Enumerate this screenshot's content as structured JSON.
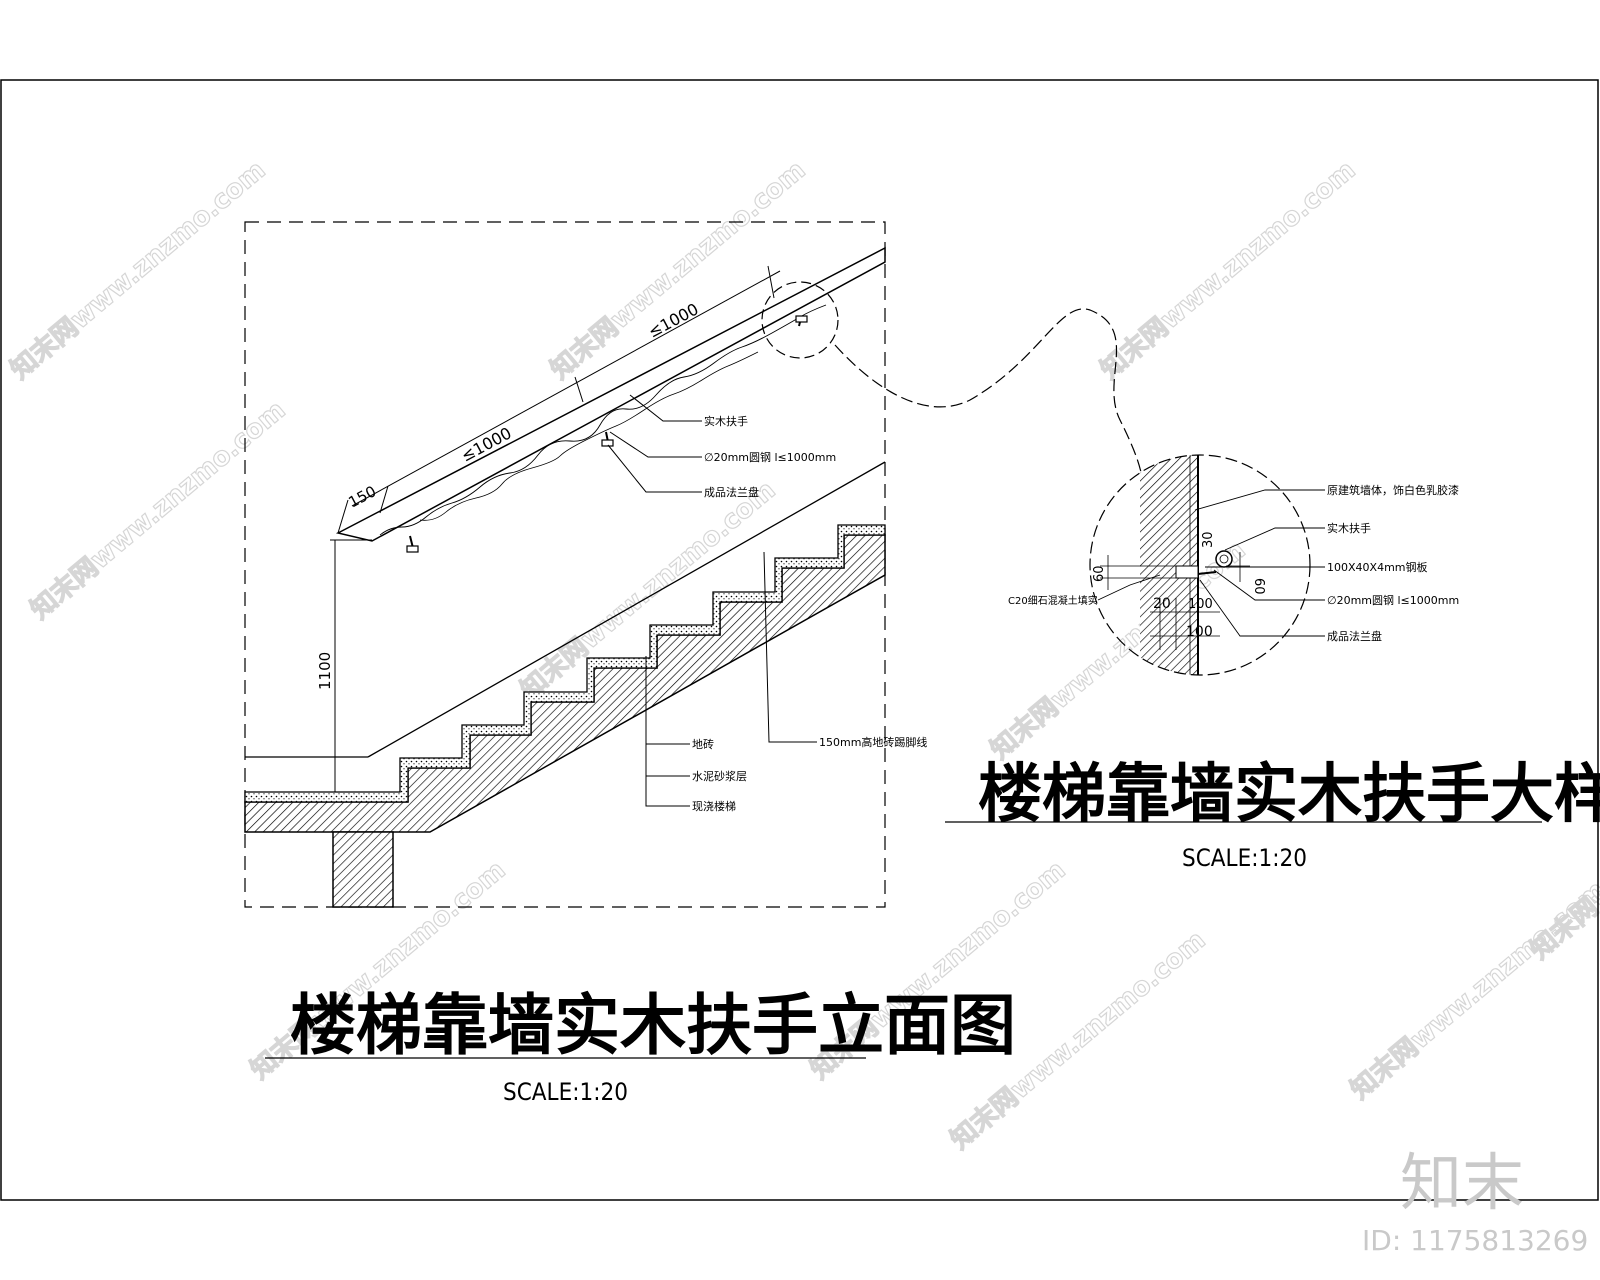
{
  "elevation": {
    "title": "楼梯靠墙实木扶手立面图",
    "scale": "SCALE:1:20",
    "dims": {
      "d150": "150",
      "d1000_a": "≤1000",
      "d1000_b": "≤1000",
      "d1100": "1100"
    },
    "notes": {
      "handrail": "实木扶手",
      "steel_bar": "∅20mm圆钢 l≤1000mm",
      "flange": "成品法兰盘",
      "skirting": "150mm高地砖踢脚线",
      "floor_tile": "地砖",
      "mortar": "水泥砂浆层",
      "cast_stair": "现浇楼梯"
    }
  },
  "detail": {
    "title": "楼梯靠墙实木扶手大样图",
    "scale": "SCALE:1:20",
    "dims": {
      "d30": "30",
      "d60_left": "60",
      "d60_right": "60",
      "d20": "20",
      "d100_a": "100",
      "d100_b": "100"
    },
    "notes": {
      "wall": "原建筑墙体，饰白色乳胶漆",
      "handrail": "实木扶手",
      "plate": "100X40X4mm钢板",
      "fill": "C20细石混凝土填实",
      "steel_bar": "∅20mm圆钢 l≤1000mm",
      "flange": "成品法兰盘"
    }
  },
  "watermark": {
    "text": "知末网www.znzmo.com",
    "logo": "知末",
    "id_label": "ID: 1175813269"
  }
}
